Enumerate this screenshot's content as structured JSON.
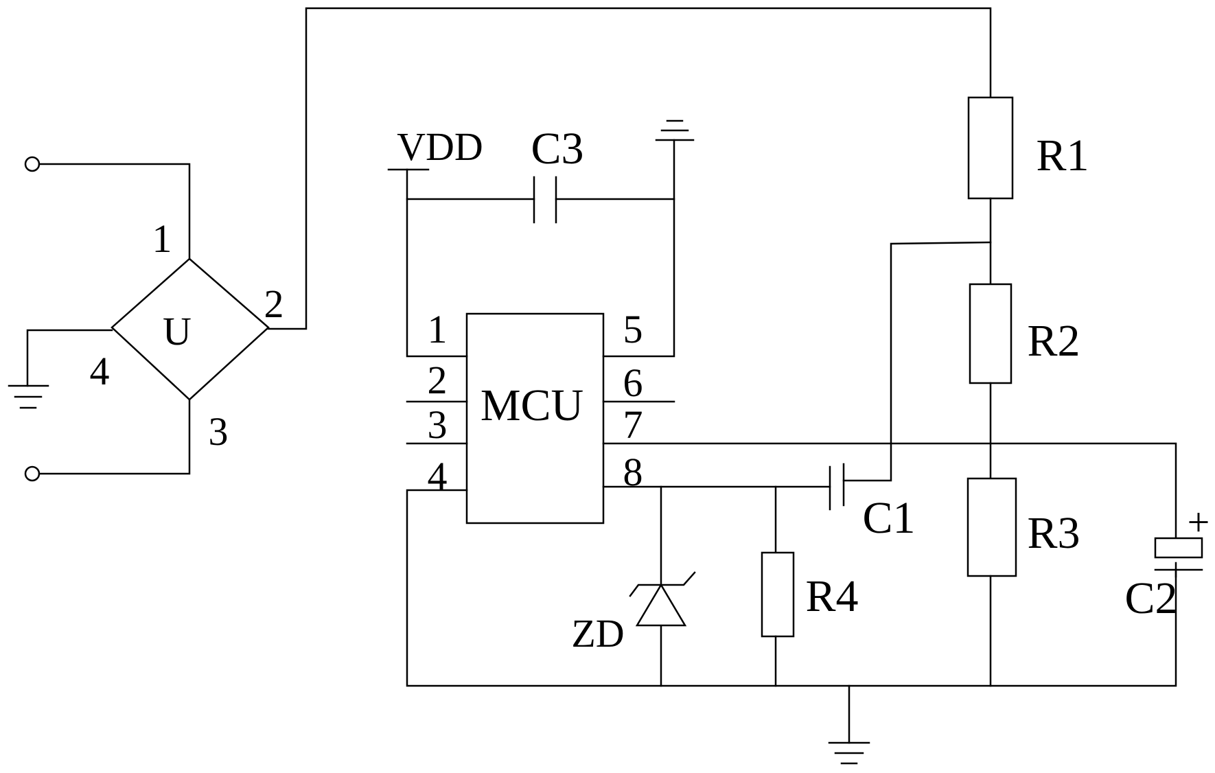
{
  "labels": {
    "vdd": "VDD",
    "mcu": "MCU",
    "bridge": "U",
    "zener": "ZD"
  },
  "bridge_pins": [
    "1",
    "2",
    "3",
    "4"
  ],
  "mcu_pins": [
    "1",
    "2",
    "3",
    "4",
    "5",
    "6",
    "7",
    "8"
  ],
  "resistors": [
    "R1",
    "R2",
    "R3",
    "R4"
  ],
  "capacitors": [
    "C1",
    "C2",
    "C3"
  ],
  "polarity_mark": "+"
}
